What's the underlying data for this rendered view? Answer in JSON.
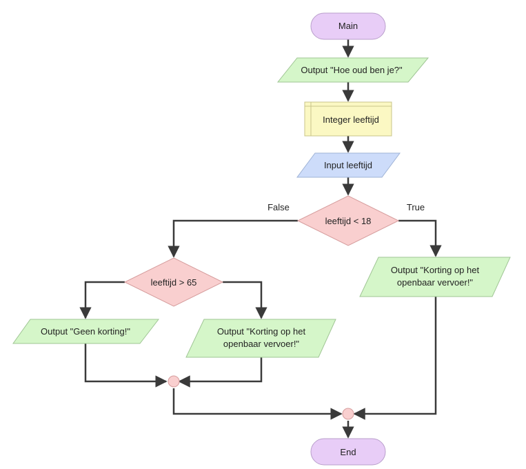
{
  "diagram": {
    "start_label": "Main",
    "end_label": "End",
    "output_question": "Output \"Hoe oud ben je?\"",
    "declare_label": "Integer leeftijd",
    "input_label": "Input leeftijd",
    "decision_main": "leeftijd < 18",
    "branch_false_label": "False",
    "branch_true_label": "True",
    "decision_sub": "leeftijd > 65",
    "output_no_discount": "Output \"Geen korting!\"",
    "output_discount_left_line1": "Output \"Korting op het",
    "output_discount_left_line2": "openbaar vervoer!\"",
    "output_discount_right_line1": "Output \"Korting op het",
    "output_discount_right_line2": "openbaar vervoer!\""
  },
  "colors": {
    "terminal": "#e8cdf7",
    "output": "#d5f6c9",
    "declare": "#fbf8c3",
    "input": "#cddcfa",
    "decision": "#f9cfcf",
    "connector": "#f9cfcf",
    "line": "#3a3a3a"
  }
}
